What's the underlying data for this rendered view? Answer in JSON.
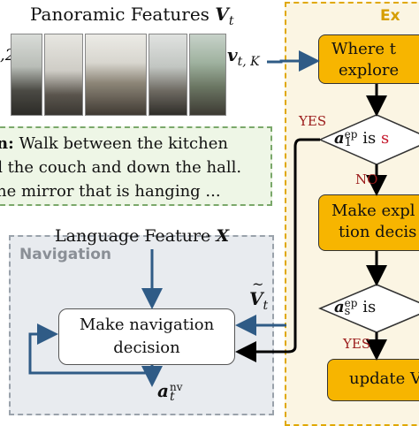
{
  "panorama": {
    "title": "Panoramic Features",
    "title_symbol": "V",
    "title_sub": "t",
    "image_label": ",2",
    "feature_label": "v",
    "feature_sub": "t, K"
  },
  "instruction": {
    "lines": [
      {
        "lead": "n:",
        "text": " Walk between the kitchen"
      },
      {
        "lead": "l",
        "text": " the couch and down the hall."
      },
      {
        "lead": "",
        "text": "he mirror that is hanging ..."
      }
    ]
  },
  "language": {
    "label": "Language Feature",
    "symbol": "X"
  },
  "navigation": {
    "title": "Navigation",
    "box_line1": "Make navigation",
    "box_line2": "decision",
    "vtilde": "V",
    "vtilde_sub": "t",
    "output": "a",
    "output_sup": "nv",
    "output_sub": "t"
  },
  "exploration": {
    "title": "Ex",
    "where_line1": "Where t",
    "where_line2": "explore",
    "cond1_symbol": "a",
    "cond1_sup": "ep",
    "cond1_sub": "1",
    "cond1_text": "is",
    "cond1_red": "s",
    "make_line1": "Make expl",
    "make_line2": "tion decis",
    "cond2_symbol": "a",
    "cond2_sup": "ep",
    "cond2_sub": "s",
    "cond2_text": "is",
    "update_label": "update V",
    "yes1": "YES",
    "no1": "NO",
    "yes2": "YES"
  },
  "colors": {
    "accent_orange": "#f7b500",
    "arrow_blue": "#2f5b86",
    "arrow_black": "#000000",
    "label_red": "#9b1b1b"
  }
}
